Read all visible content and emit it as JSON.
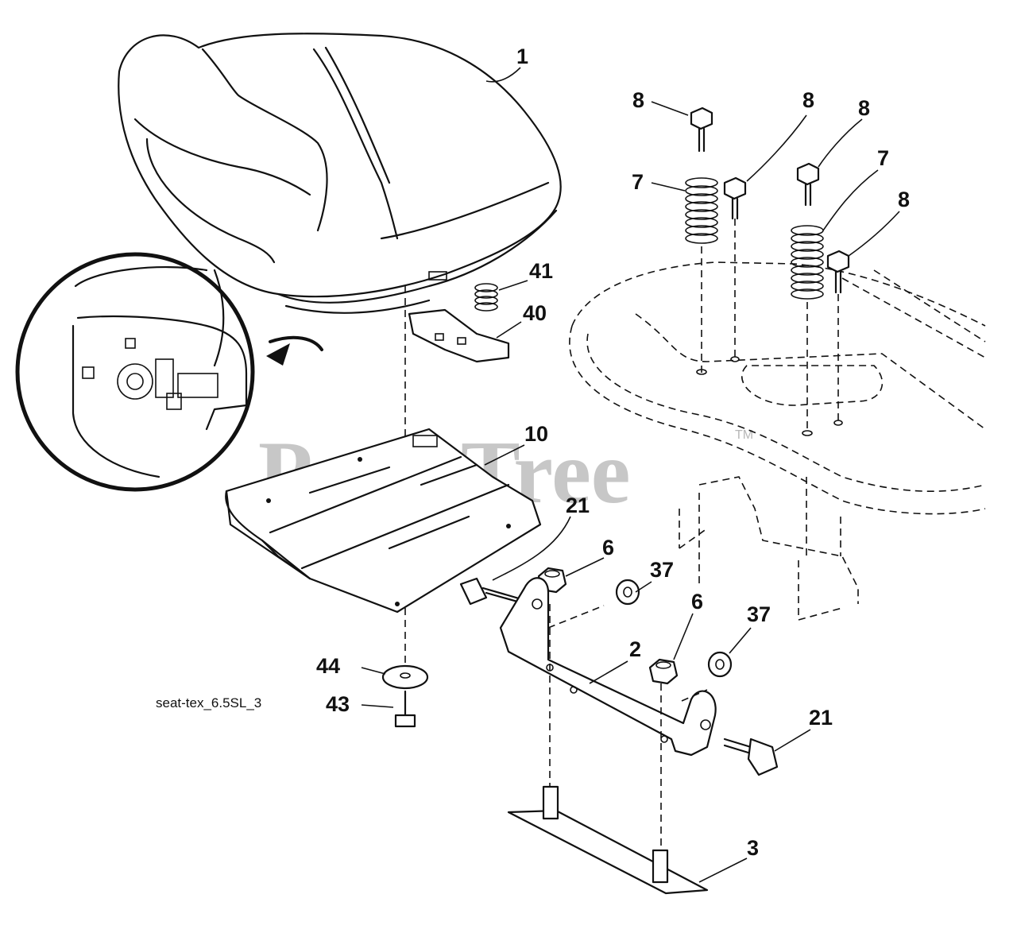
{
  "diagram": {
    "watermark": "PartsTree",
    "trademark": "TM",
    "caption": "seat-tex_6.5SL_3",
    "callouts": {
      "seat": "1",
      "bracket": "2",
      "plate": "3",
      "nut_left": "6",
      "nut_right": "6",
      "spring_left": "7",
      "spring_right": "7",
      "bolt_a": "8",
      "bolt_b": "8",
      "bolt_c": "8",
      "bolt_d": "8",
      "seat_pan": "10",
      "bolt_21_left": "21",
      "bolt_21_right": "21",
      "washer_37_left": "37",
      "washer_37_right": "37",
      "clip": "40",
      "small_spring": "41",
      "screw_43": "43",
      "washer_44": "44"
    }
  }
}
